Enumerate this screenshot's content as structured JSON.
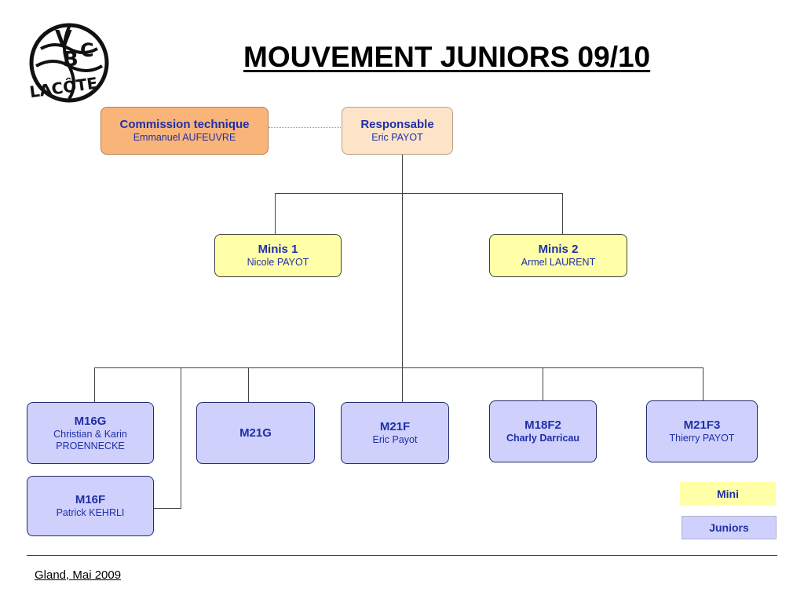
{
  "title": "MOUVEMENT JUNIORS 09/10",
  "logo": {
    "text": "VBC LA CÔTE"
  },
  "commission": {
    "name": "Commission technique",
    "person": "Emmanuel AUFEUVRE"
  },
  "responsable": {
    "name": "Responsable",
    "person": "Eric PAYOT"
  },
  "minis": [
    {
      "name": "Minis 1",
      "person": "Nicole PAYOT"
    },
    {
      "name": "Minis 2",
      "person": "Armel LAURENT"
    }
  ],
  "teams": {
    "m16g": {
      "name": "M16G",
      "person": "Christian & Karin PROENNECKE"
    },
    "m16f": {
      "name": "M16F",
      "person": "Patrick KEHRLI"
    },
    "m21g": {
      "name": "M21G"
    },
    "m21f": {
      "name": "M21F",
      "person": "Eric Payot"
    },
    "m18f2": {
      "name": "M18F2",
      "person": "Charly Darricau"
    },
    "m21f3": {
      "name": "M21F3",
      "person": "Thierry PAYOT"
    }
  },
  "legend": {
    "mini": "Mini",
    "juniors": "Juniors"
  },
  "footer": "Gland, Mai 2009",
  "colors": {
    "commission": "#f9b47a",
    "responsable": "#fde4c8",
    "mini": "#ffffa8",
    "juniors": "#cfd0fb",
    "text_blue": "#1f2fa8"
  }
}
